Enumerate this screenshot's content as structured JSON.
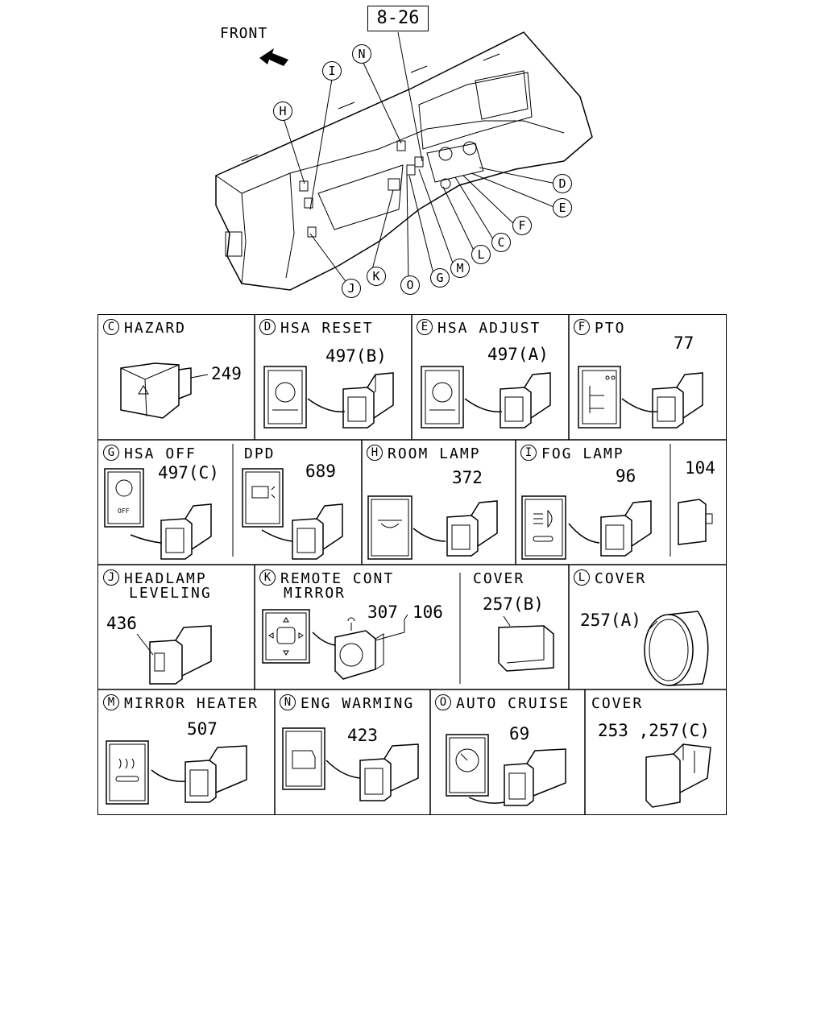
{
  "header": {
    "ref": "8-26",
    "front_label": "FRONT"
  },
  "callouts": [
    "H",
    "I",
    "N",
    "D",
    "E",
    "F",
    "C",
    "L",
    "M",
    "G",
    "O",
    "K",
    "J"
  ],
  "panels": {
    "C": {
      "letter": "C",
      "title": "HAZARD",
      "part": "249"
    },
    "D": {
      "letter": "D",
      "title": "HSA RESET",
      "part": "497(B)"
    },
    "E": {
      "letter": "E",
      "title": "HSA ADJUST",
      "part": "497(A)"
    },
    "F": {
      "letter": "F",
      "title": "PTO",
      "part": "77"
    },
    "G": {
      "letter": "G",
      "title": "HSA OFF",
      "part": "497(C)",
      "icon_text": "OFF"
    },
    "DPD": {
      "title": "DPD",
      "part": "689"
    },
    "H": {
      "letter": "H",
      "title": "ROOM LAMP",
      "part": "372"
    },
    "I": {
      "letter": "I",
      "title": "FOG LAMP",
      "part": "96",
      "part2": "104"
    },
    "J": {
      "letter": "J",
      "title": "HEADLAMP",
      "title2": "LEVELING",
      "part": "436"
    },
    "K": {
      "letter": "K",
      "title": "REMOTE CONT",
      "title2": "MIRROR",
      "part": "307",
      "part2": "106"
    },
    "COVER_B": {
      "title": "COVER",
      "part": "257(B)"
    },
    "L": {
      "letter": "L",
      "title": "COVER",
      "part": "257(A)"
    },
    "M": {
      "letter": "M",
      "title": "MIRROR HEATER",
      "part": "507"
    },
    "N": {
      "letter": "N",
      "title": "ENG WARMING",
      "part": "423"
    },
    "O": {
      "letter": "O",
      "title": "AUTO CRUISE",
      "part": "69"
    },
    "COVER_C": {
      "title": "COVER",
      "part": "253 ,257(C)"
    }
  }
}
